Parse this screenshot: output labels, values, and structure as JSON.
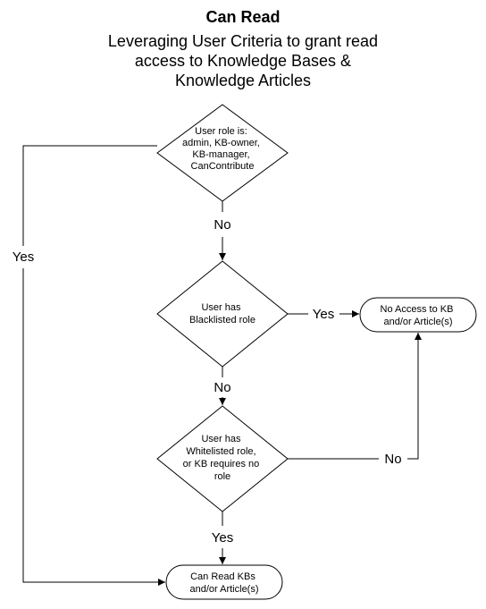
{
  "title": "Can Read",
  "subtitle_lines": [
    "Leveraging User Criteria to grant read",
    "access to Knowledge Bases &",
    "Knowledge Articles"
  ],
  "nodes": {
    "decision1": [
      "User role is:",
      "admin, KB-owner,",
      "KB-manager,",
      "CanContribute"
    ],
    "decision2": [
      "User has",
      "Blacklisted role"
    ],
    "decision3": [
      "User has",
      "Whitelisted role,",
      "or KB requires no",
      "role"
    ],
    "no_access": [
      "No Access to KB",
      "and/or Article(s)"
    ],
    "can_read": [
      "Can Read KBs",
      "and/or Article(s)"
    ]
  },
  "edges": {
    "d1_no": "No",
    "d1_yes": "Yes",
    "d2_no": "No",
    "d2_yes": "Yes",
    "d3_no": "No",
    "d3_yes": "Yes"
  }
}
